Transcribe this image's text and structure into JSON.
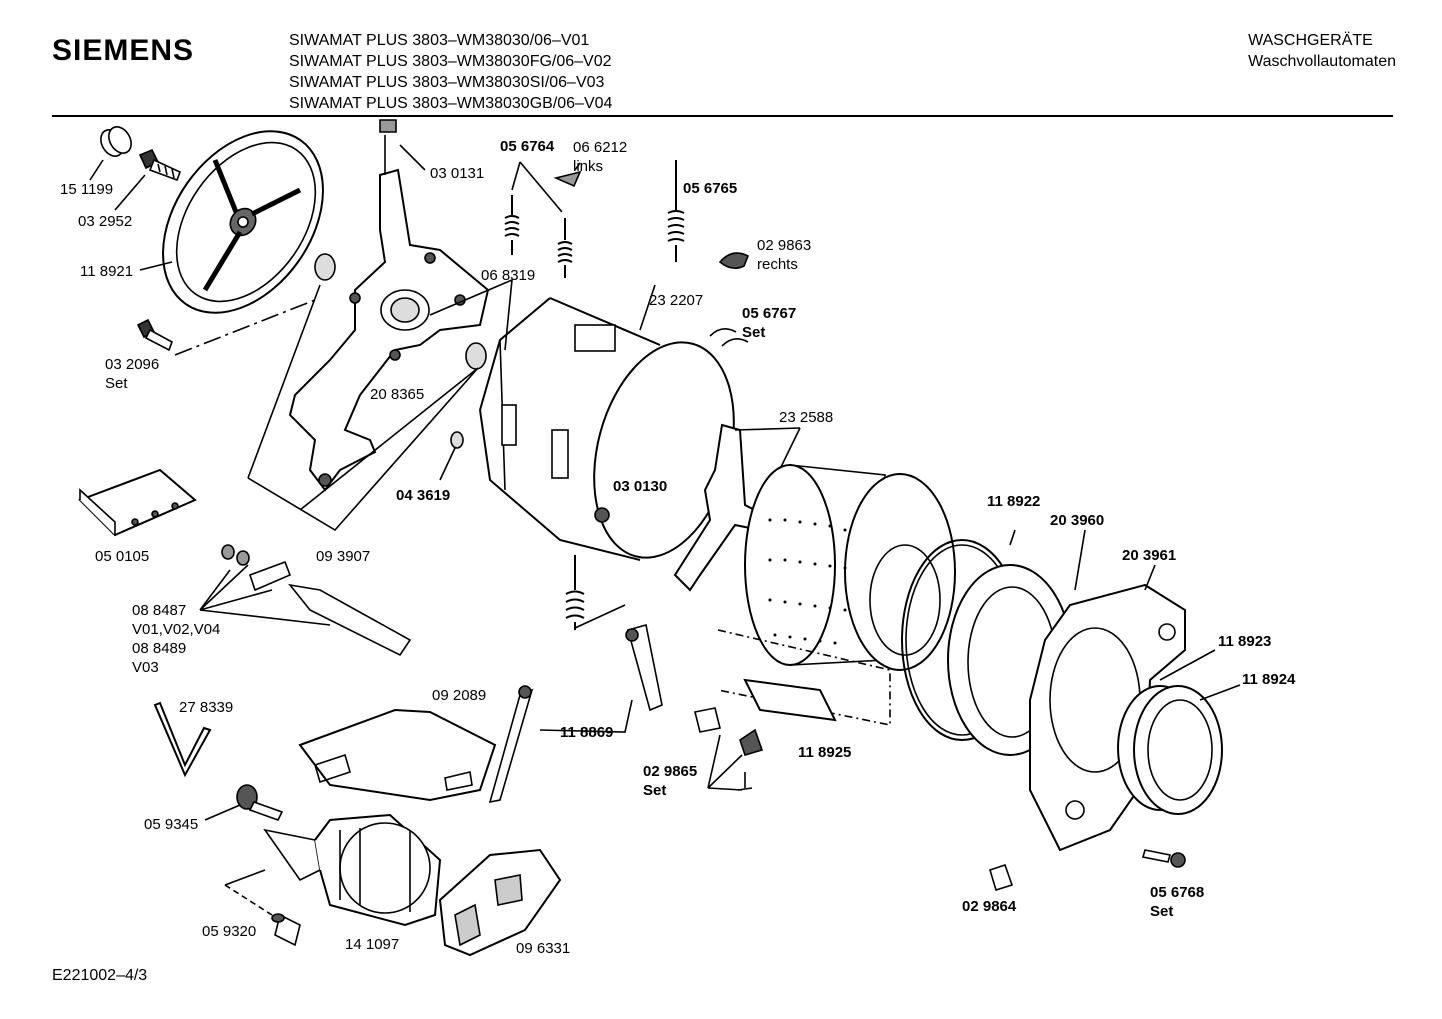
{
  "header": {
    "brand": "SIEMENS",
    "models": [
      "SIWAMAT PLUS 3803–WM38030/06–V01",
      "SIWAMAT PLUS 3803–WM38030FG/06–V02",
      "SIWAMAT PLUS 3803–WM38030SI/06–V03",
      "SIWAMAT PLUS 3803–WM38030GB/06–V04"
    ],
    "category": "WASCHGERÄTE",
    "subcategory": "Waschvollautomaten"
  },
  "footer": {
    "code": "E221002–4/3"
  },
  "parts": [
    {
      "id": "151199",
      "number": "15 1199",
      "bold": false
    },
    {
      "id": "032952",
      "number": "03 2952",
      "bold": false
    },
    {
      "id": "118921",
      "number": "11 8921",
      "bold": false
    },
    {
      "id": "032096",
      "number": "03 2096",
      "note": "Set",
      "bold": false
    },
    {
      "id": "030131",
      "number": "03 0131",
      "bold": false
    },
    {
      "id": "056764",
      "number": "05 6764",
      "bold": true
    },
    {
      "id": "066212",
      "number": "06 6212",
      "note": "links",
      "bold": false
    },
    {
      "id": "056765",
      "number": "05 6765",
      "bold": true
    },
    {
      "id": "029863",
      "number": "02 9863",
      "note": "rechts",
      "bold": false
    },
    {
      "id": "068319",
      "number": "06 8319",
      "bold": false
    },
    {
      "id": "232207",
      "number": "23 2207",
      "bold": false
    },
    {
      "id": "056767",
      "number": "05 6767",
      "note": "Set",
      "bold": true
    },
    {
      "id": "208365",
      "number": "20 8365",
      "bold": false
    },
    {
      "id": "232588",
      "number": "23 2588",
      "bold": false
    },
    {
      "id": "043619",
      "number": "04 3619",
      "bold": true
    },
    {
      "id": "030130",
      "number": "03 0130",
      "bold": true
    },
    {
      "id": "118922",
      "number": "11 8922",
      "bold": true
    },
    {
      "id": "203960",
      "number": "20 3960",
      "bold": true
    },
    {
      "id": "203961",
      "number": "20 3961",
      "bold": true
    },
    {
      "id": "050105",
      "number": "05 0105",
      "bold": false
    },
    {
      "id": "093907",
      "number": "09 3907",
      "bold": false
    },
    {
      "id": "088487",
      "number": "08 8487",
      "note": "V01,V02,V04",
      "bold": false
    },
    {
      "id": "088489",
      "number": "08 8489",
      "note": "V03",
      "bold": false
    },
    {
      "id": "118923",
      "number": "11 8923",
      "bold": true
    },
    {
      "id": "118924",
      "number": "11 8924",
      "bold": true
    },
    {
      "id": "278339",
      "number": "27 8339",
      "bold": false
    },
    {
      "id": "092089",
      "number": "09 2089",
      "bold": false
    },
    {
      "id": "118869",
      "number": "11 8869",
      "bold": true
    },
    {
      "id": "029865",
      "number": "02 9865",
      "note": "Set",
      "bold": true
    },
    {
      "id": "118925",
      "number": "11 8925",
      "bold": true
    },
    {
      "id": "059345",
      "number": "05 9345",
      "bold": false
    },
    {
      "id": "059320",
      "number": "05 9320",
      "bold": false
    },
    {
      "id": "141097",
      "number": "14 1097",
      "bold": false
    },
    {
      "id": "096331",
      "number": "09 6331",
      "bold": false
    },
    {
      "id": "029864",
      "number": "02 9864",
      "bold": true
    },
    {
      "id": "056768",
      "number": "05 6768",
      "note": "Set",
      "bold": true
    }
  ]
}
